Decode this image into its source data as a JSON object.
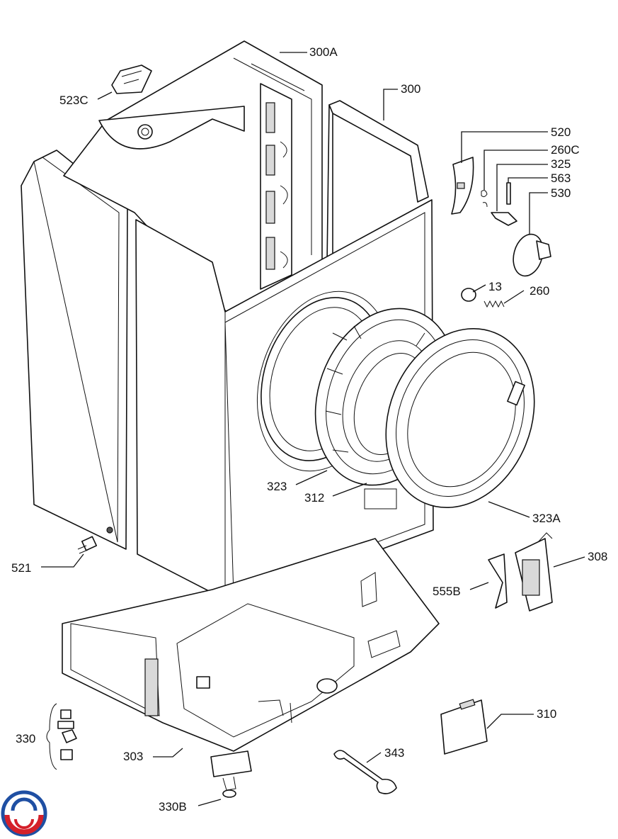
{
  "labels": {
    "l300a": "300A",
    "l300": "300",
    "l523c": "523C",
    "l520": "520",
    "l260c": "260C",
    "l325": "325",
    "l563": "563",
    "l530": "530",
    "l13": "13",
    "l260": "260",
    "l323": "323",
    "l312": "312",
    "l323a": "323A",
    "l521": "521",
    "l308": "308",
    "l555b": "555B",
    "l310": "310",
    "l330": "330",
    "l303": "303",
    "l343": "343",
    "l330b": "330B"
  },
  "colors": {
    "line": "#111111",
    "logo_red": "#d4202a",
    "logo_blue": "#1f4fa3"
  }
}
